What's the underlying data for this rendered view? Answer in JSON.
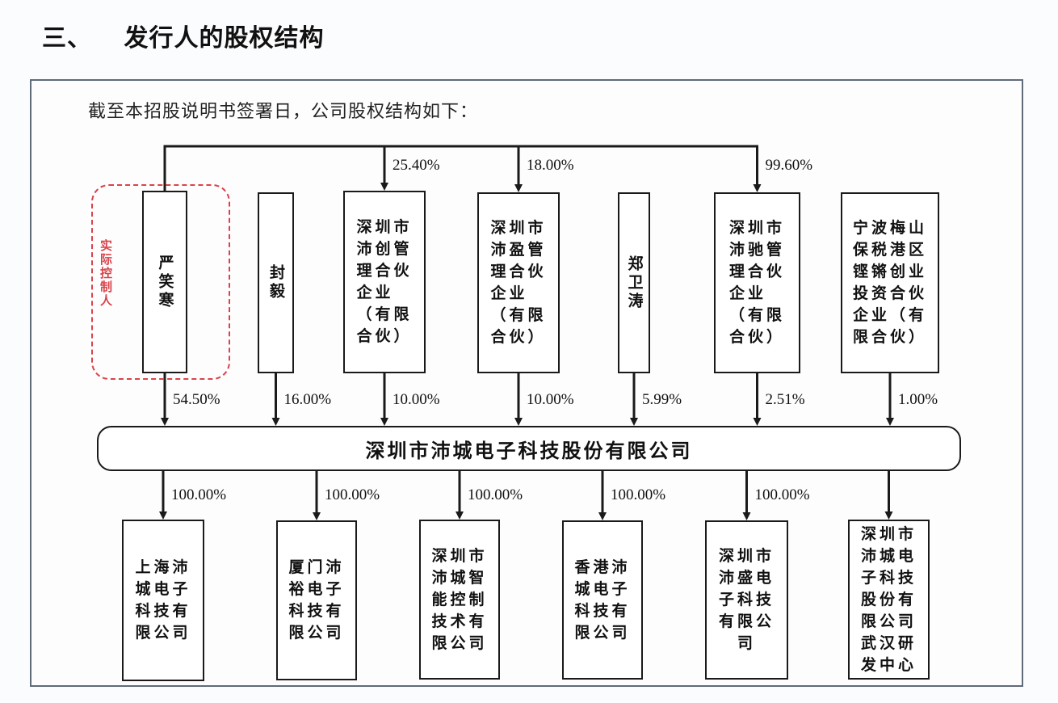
{
  "heading": {
    "number": "三、",
    "title": "发行人的股权结构"
  },
  "intro": "截至本招股说明书签署日，公司股权结构如下：",
  "controller_label": "实际控制人",
  "center_company": "深圳市沛城电子科技股份有限公司",
  "shareholders": [
    {
      "name": "严笑寒",
      "stake_in_company": "54.50%",
      "is_controller": true,
      "vertical": true
    },
    {
      "name": "封毅",
      "stake_in_company": "16.00%",
      "vertical": true
    },
    {
      "name_lines": [
        "深圳市",
        "沛创管",
        "理合伙",
        "企业",
        "（有限",
        "合伙）"
      ],
      "stake_in_company": "10.00%",
      "controller_stake": "25.40%"
    },
    {
      "name_lines": [
        "深圳市",
        "沛盈管",
        "理合伙",
        "企业",
        "（有限",
        "合伙）"
      ],
      "stake_in_company": "10.00%",
      "controller_stake": "18.00%"
    },
    {
      "name": "郑卫涛",
      "stake_in_company": "5.99%",
      "vertical": true
    },
    {
      "name_lines": [
        "深圳市",
        "沛驰管",
        "理合伙",
        "企业",
        "（有限",
        "合伙）"
      ],
      "stake_in_company": "2.51%",
      "controller_stake": "99.60%"
    },
    {
      "name_lines": [
        "宁波梅山",
        "保税港区",
        "铿锵创业",
        "投资合伙",
        "企业（有",
        "限合伙）"
      ],
      "stake_in_company": "1.00%"
    }
  ],
  "subsidiaries": [
    {
      "name_lines": [
        "上海沛",
        "城电子",
        "科技有",
        "限公司"
      ],
      "stake": "100.00%"
    },
    {
      "name_lines": [
        "厦门沛",
        "裕电子",
        "科技有",
        "限公司"
      ],
      "stake": "100.00%"
    },
    {
      "name_lines": [
        "深圳市",
        "沛城智",
        "能控制",
        "技术有",
        "限公司"
      ],
      "stake": "100.00%"
    },
    {
      "name_lines": [
        "香港沛",
        "城电子",
        "科技有",
        "限公司"
      ],
      "stake": "100.00%"
    },
    {
      "name_lines": [
        "深圳市",
        "沛盛电",
        "子科技",
        "有限公",
        "司"
      ],
      "stake": "100.00%"
    },
    {
      "name_lines": [
        "深圳市",
        "沛城电",
        "子科技",
        "股份有",
        "限公司",
        "武汉研",
        "发中心"
      ],
      "stake": ""
    }
  ],
  "colors": {
    "line": "#1a1a1a",
    "controller_accent": "#d9434a",
    "frame": "#5f6a7a"
  }
}
